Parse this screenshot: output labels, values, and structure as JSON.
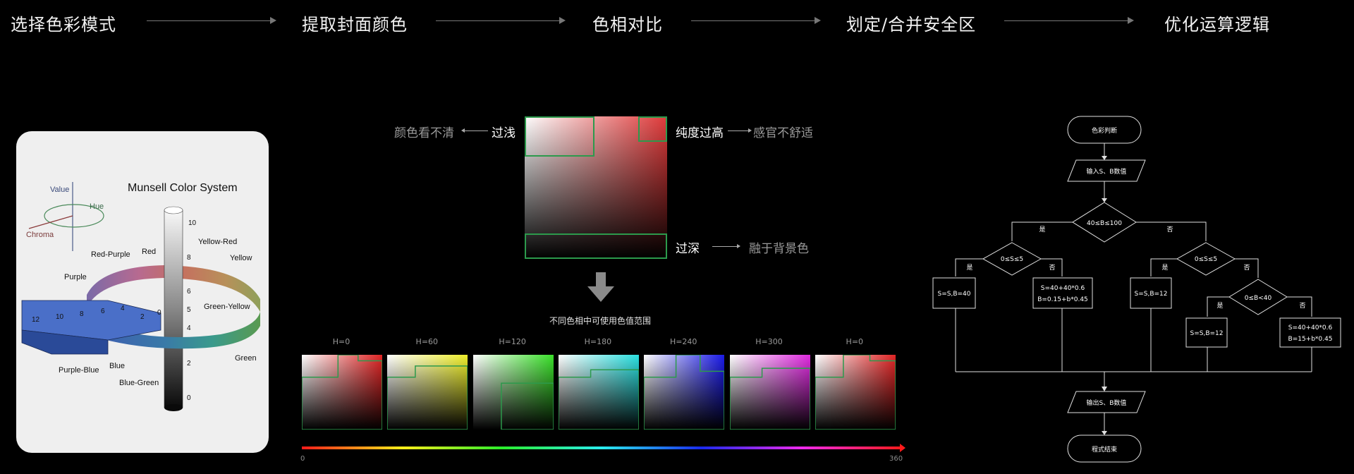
{
  "steps": [
    {
      "label": "选择色彩模式"
    },
    {
      "label": "提取封面颜色"
    },
    {
      "label": "色相对比"
    },
    {
      "label": "划定/合并安全区"
    },
    {
      "label": "优化运算逻辑"
    }
  ],
  "munsell": {
    "title": "Munsell Color System",
    "axes": {
      "value": "Value",
      "hue": "Hue",
      "chroma": "Chroma"
    },
    "value_scale": [
      "10",
      "8",
      "6",
      "5",
      "4",
      "2",
      "0"
    ],
    "chroma_scale": [
      "12",
      "10",
      "8",
      "6",
      "4",
      "2",
      "0"
    ],
    "hues": [
      "Red-Purple",
      "Red",
      "Yellow-Red",
      "Yellow",
      "Purple",
      "Green-Yellow",
      "Purple-Blue",
      "Blue",
      "Blue-Green",
      "Green"
    ]
  },
  "safe_zone": {
    "too_light": "过浅",
    "too_light_desc": "颜色看不清",
    "too_saturated": "纯度过高",
    "too_saturated_desc": "感官不舒适",
    "too_dark": "过深",
    "too_dark_desc": "融于背景色",
    "caption": "不同色相中可使用色值范围",
    "colors": {
      "safe_border": "#2c9a4c",
      "red": "#e03a3a"
    }
  },
  "hue_samples": [
    {
      "label": "H=0",
      "color": "#e02424"
    },
    {
      "label": "H=60",
      "color": "#eeee2a"
    },
    {
      "label": "H=120",
      "color": "#3ae02a"
    },
    {
      "label": "H=180",
      "color": "#2ae0e0"
    },
    {
      "label": "H=240",
      "color": "#1a1ae8"
    },
    {
      "label": "H=300",
      "color": "#e02ae0"
    },
    {
      "label": "H=0",
      "color": "#e02424"
    }
  ],
  "hue_scale": {
    "min": "0",
    "max": "360"
  },
  "flowchart": {
    "start": "色彩判断",
    "input": "输入S、B数值",
    "cond_main": "40≤B≤100",
    "yes": "是",
    "no": "否",
    "cond_s_left": "0≤S≤5",
    "cond_s_right": "0≤S≤5",
    "cond_b": "0≤B<40",
    "res_1": "S=S,B=40",
    "res_2a": "S=40+40*0.6",
    "res_2b": "B=0.15+b*0.45",
    "res_3": "S=S,B=12",
    "res_4": "S=S,B=12",
    "res_5a": "S=40+40*0.6",
    "res_5b": "B=15+b*0.45",
    "output": "输出S、B数值",
    "end": "程式结束"
  }
}
